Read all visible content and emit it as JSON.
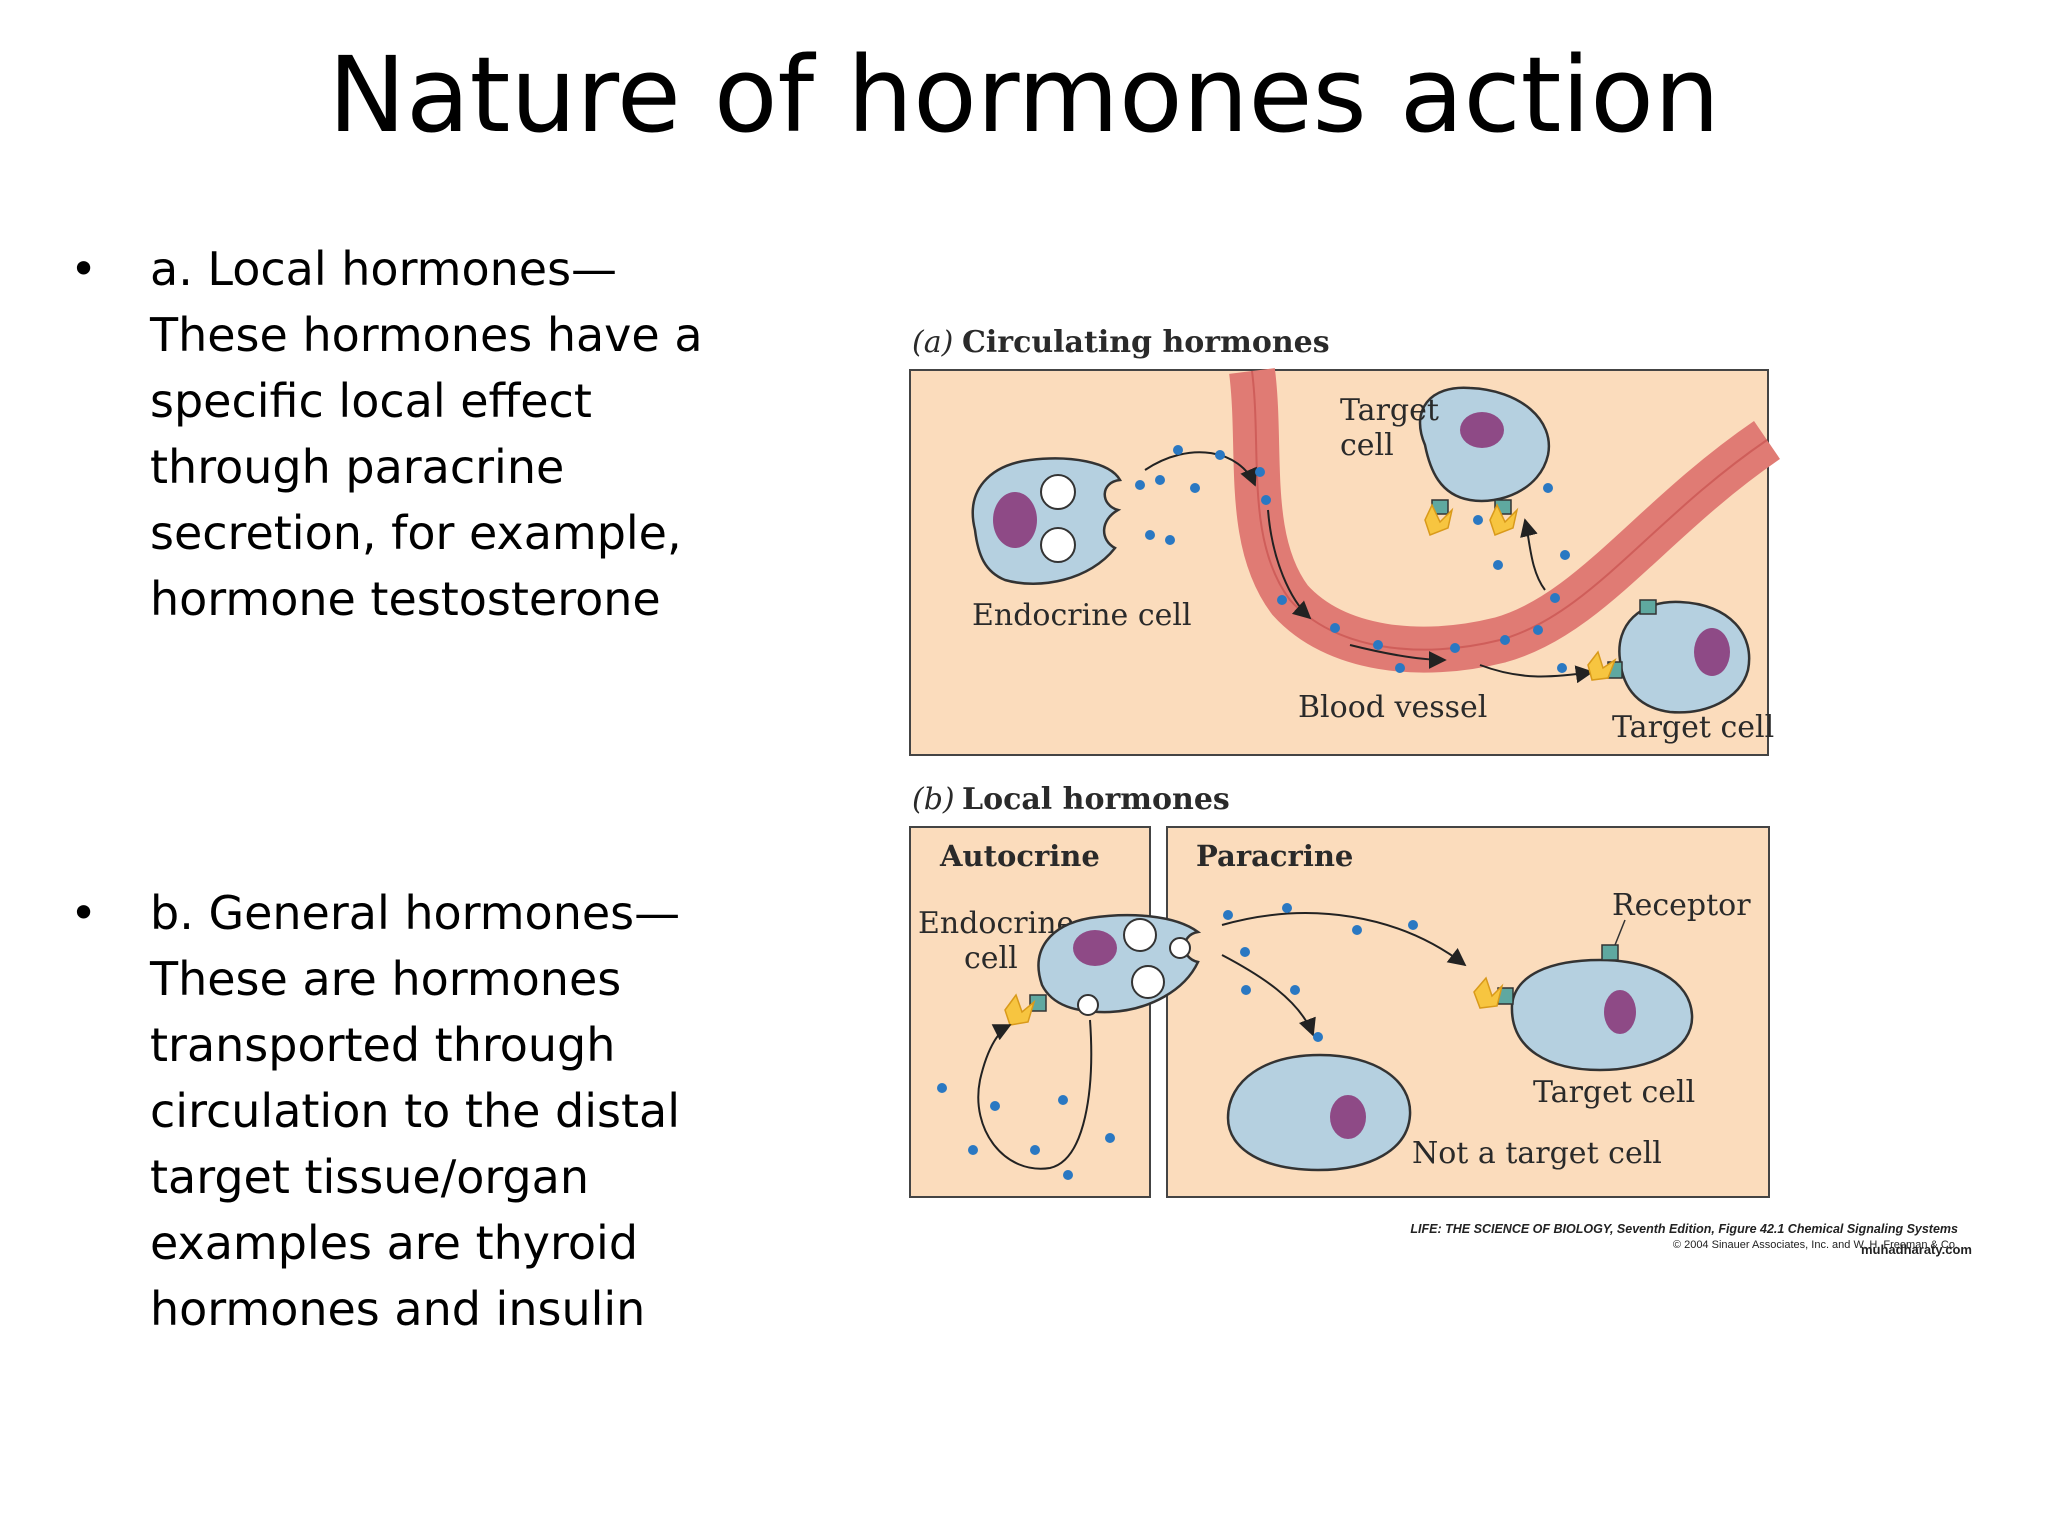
{
  "title": "Nature of hormones action",
  "bullets": [
    {
      "symbol": "•",
      "lines": [
        "a. Local hormones—",
        "These hormones have a",
        "specific local effect",
        "through paracrine",
        "secretion, for example,",
        "hormone testosterone"
      ]
    },
    {
      "symbol": "•",
      "lines": [
        "b. General hormones—",
        "These are hormones",
        "transported through",
        "circulation to the distal",
        "target tissue/organ",
        "examples are thyroid",
        "hormones and insulin"
      ]
    }
  ],
  "diagram": {
    "panel_a": {
      "letter": "(a)",
      "heading": "Circulating hormones",
      "target_cell_top": [
        "Target",
        "cell"
      ],
      "endocrine_cell": "Endocrine cell",
      "blood_vessel": "Blood vessel",
      "target_cell_bottom": "Target cell"
    },
    "panel_b": {
      "letter": "(b)",
      "heading": "Local hormones",
      "autocrine": "Autocrine",
      "paracrine": "Paracrine",
      "endocrine_cell": [
        "Endocrine",
        "cell"
      ],
      "receptor": "Receptor",
      "target_cell": "Target cell",
      "not_target_cell": "Not a target cell"
    },
    "credit_line1": "LIFE: THE SCIENCE OF BIOLOGY, Seventh Edition, Figure 42.1 Chemical Signaling Systems",
    "credit_line2": "© 2004 Sinauer Associates, Inc. and W. H. Freeman & Co.",
    "watermark": "muhadharaty.com"
  },
  "colors": {
    "panel_bg": "#fbdcbc",
    "cell_fill": "#b5d0e0",
    "nucleus": "#8e4a86",
    "hormone_dot": "#2a78c2",
    "vessel": "#e07b74",
    "vessel_inner": "#cf5e5a"
  }
}
